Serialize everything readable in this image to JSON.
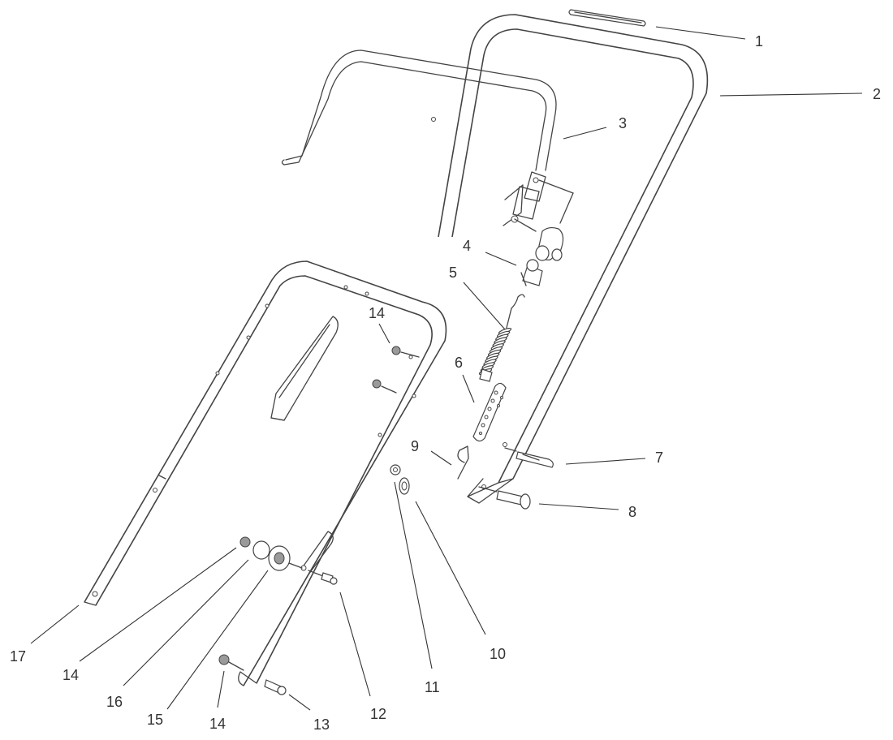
{
  "diagram": {
    "callouts": [
      {
        "id": "c1",
        "label": "1"
      },
      {
        "id": "c2",
        "label": "2"
      },
      {
        "id": "c3",
        "label": "3"
      },
      {
        "id": "c4",
        "label": "4"
      },
      {
        "id": "c5",
        "label": "5"
      },
      {
        "id": "c6",
        "label": "6"
      },
      {
        "id": "c7",
        "label": "7"
      },
      {
        "id": "c8",
        "label": "8"
      },
      {
        "id": "c9",
        "label": "9"
      },
      {
        "id": "c10",
        "label": "10"
      },
      {
        "id": "c11",
        "label": "11"
      },
      {
        "id": "c12",
        "label": "12"
      },
      {
        "id": "c13",
        "label": "13"
      },
      {
        "id": "c14a",
        "label": "14"
      },
      {
        "id": "c14b",
        "label": "14"
      },
      {
        "id": "c14c",
        "label": "14"
      },
      {
        "id": "c15",
        "label": "15"
      },
      {
        "id": "c16",
        "label": "16"
      },
      {
        "id": "c17",
        "label": "17"
      }
    ],
    "colors": {
      "line": "#444444",
      "text": "#333333",
      "background": "#ffffff"
    }
  }
}
